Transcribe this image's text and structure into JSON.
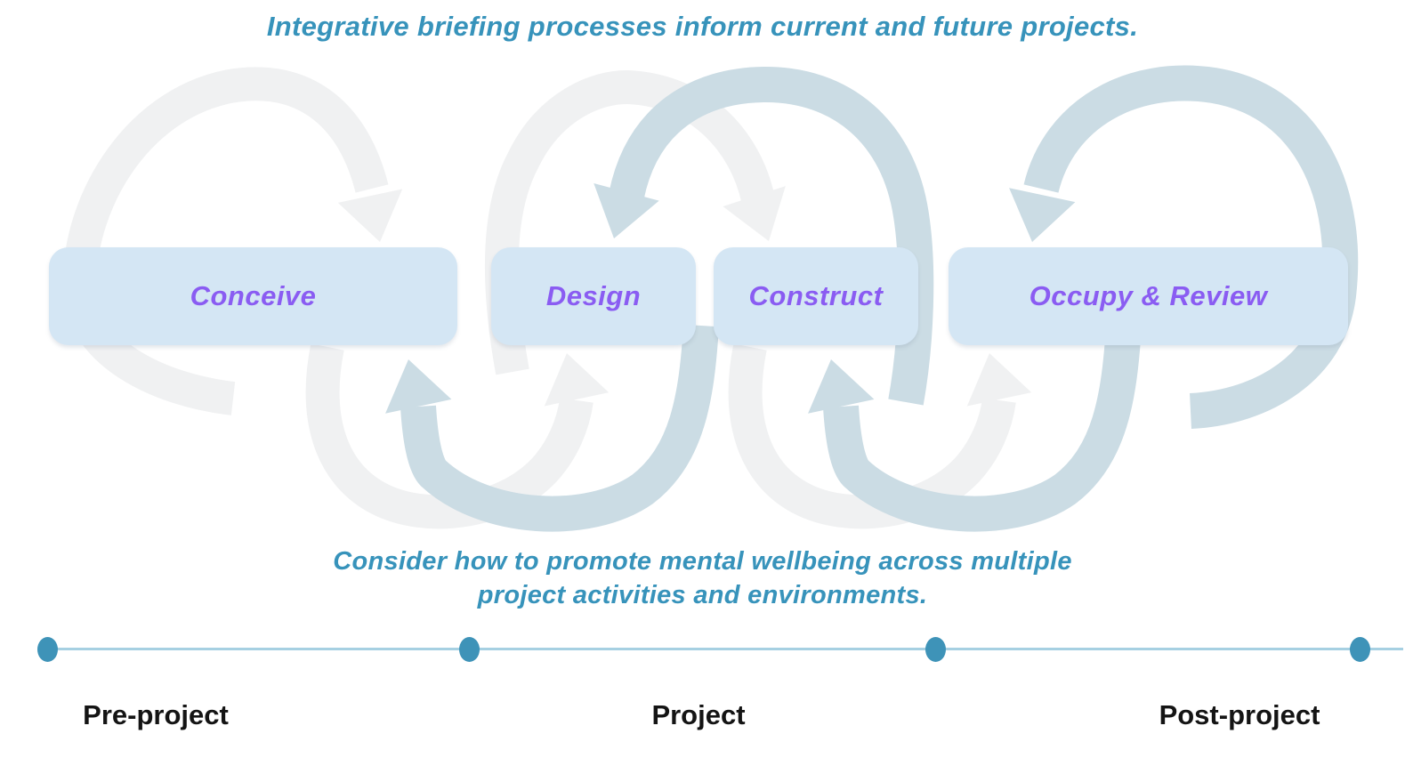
{
  "title": "Integrative briefing processes inform current and future projects.",
  "phases": [
    {
      "label": "Conceive"
    },
    {
      "label": "Design"
    },
    {
      "label": "Construct"
    },
    {
      "label": "Occupy & Review"
    }
  ],
  "caption": {
    "line1": "Consider how to promote mental wellbeing across multiple",
    "line2": "project activities and environments."
  },
  "timeline": {
    "labels": {
      "pre": "Pre-project",
      "mid": "Project",
      "post": "Post-project"
    },
    "dot_count": 4
  },
  "icons": {
    "forward_loop": "cycle-arrow-light",
    "feedback_loop": "cycle-arrow-blue",
    "arrowhead_down": "loop-arrowhead-down-icon",
    "arrowhead_up": "loop-arrowhead-up-icon",
    "dot": "timeline-dot"
  },
  "colors": {
    "accent_teal": "#3793BB",
    "phase_text": "#8A5CF2",
    "phase_box": "#D4E6F4",
    "loop_light": "#F0F1F2",
    "loop_blue": "#CBDCE4",
    "timeline_line": "#A6D0E2",
    "timeline_dot": "#3E93B8"
  }
}
